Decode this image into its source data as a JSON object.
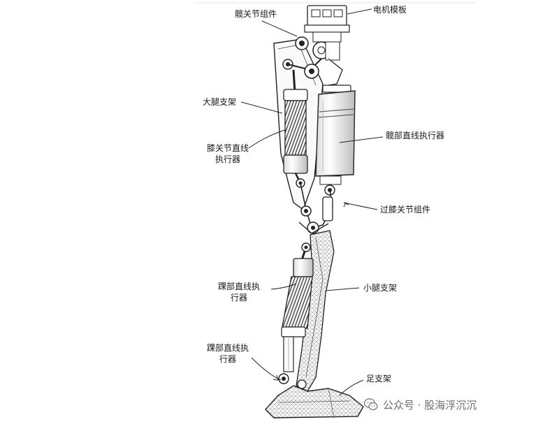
{
  "labels": {
    "hip_joint": "髋关节组件",
    "motor_plate": "电机模板",
    "thigh_frame": "大腿支架",
    "knee_actuator_line1": "膝关节直线",
    "knee_actuator_line2": "执行器",
    "hip_actuator": "髋部直线执行器",
    "hyper_knee": "过膝关节组件",
    "ankle_actuator_a_line1": "踝部直线执",
    "ankle_actuator_a_line2": "行器",
    "shank_frame": "小腿支架",
    "ankle_actuator_b_line1": "踝部直线执",
    "ankle_actuator_b_line2": "行器",
    "foot_frame": "足支架"
  },
  "watermark": {
    "text": "公众号 · 股海浮沉沉",
    "icon": "wechat-icon"
  }
}
